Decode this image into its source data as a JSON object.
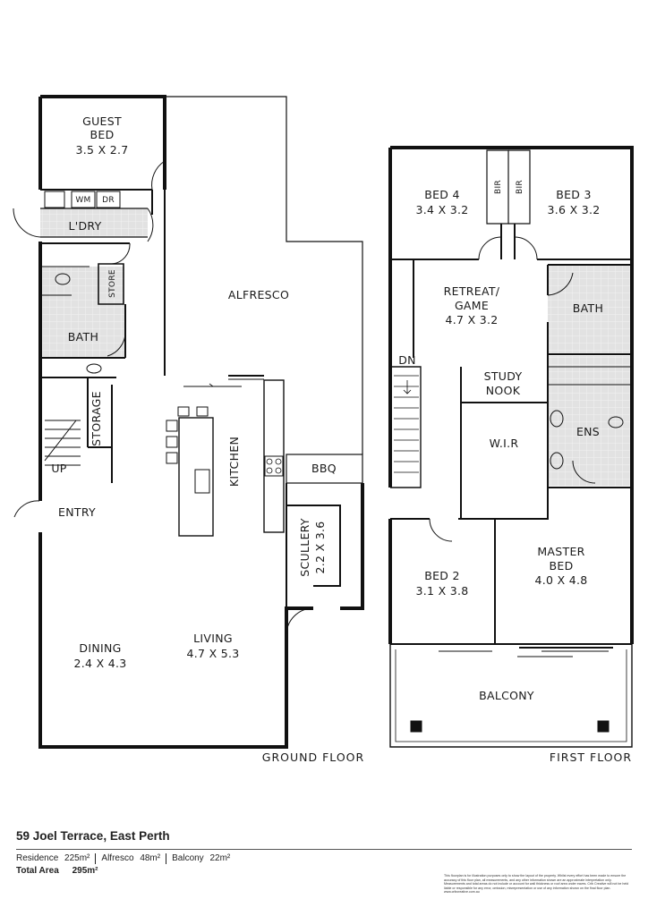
{
  "ground_floor": {
    "label": "GROUND FLOOR",
    "rooms": {
      "guest_bed": {
        "name": "GUEST",
        "name2": "BED",
        "size": "3.5 X 2.7"
      },
      "wm": "WM",
      "dr": "DR",
      "laundry": "L'DRY",
      "store": "STORE",
      "bath": "BATH",
      "storage": "STORAGE",
      "up": "UP",
      "entry": "ENTRY",
      "alfresco": "ALFRESCO",
      "kitchen": "KITCHEN",
      "bbq": "BBQ",
      "scullery": {
        "name": "SCULLERY",
        "size": "2.2 X 3.6"
      },
      "dining": {
        "name": "DINING",
        "size": "2.4 X 4.3"
      },
      "living": {
        "name": "LIVING",
        "size": "4.7 X 5.3"
      }
    }
  },
  "first_floor": {
    "label": "FIRST FLOOR",
    "rooms": {
      "bed4": {
        "name": "BED 4",
        "size": "3.4 X 3.2"
      },
      "bir": "BIR",
      "bed3": {
        "name": "BED 3",
        "size": "3.6 X 3.2"
      },
      "retreat": {
        "name": "RETREAT/",
        "name2": "GAME",
        "size": "4.7 X 3.2"
      },
      "bath": "BATH",
      "dn": "DN",
      "study": {
        "name": "STUDY",
        "name2": "NOOK"
      },
      "wir": "W.I.R",
      "ens": "ENS",
      "bed2": {
        "name": "BED 2",
        "size": "3.1 X 3.8"
      },
      "master": {
        "name": "MASTER",
        "name2": "BED",
        "size": "4.0 X 4.8"
      },
      "balcony": "BALCONY"
    }
  },
  "footer": {
    "address": "59 Joel Terrace, East Perth",
    "residence_label": "Residence",
    "residence_value": "225m²",
    "alfresco_label": "Alfresco",
    "alfresco_value": "48m²",
    "balcony_label": "Balcony",
    "balcony_value": "22m²",
    "total_label": "Total Area",
    "total_value": "295m²",
    "disclaimer": "This floorplan is for illustration purposes only to show the layout of the property. Whilst every effort has been made to ensure the accuracy of this floor plan, all measurements, and any other information shown are an approximate interpretation only. Measurements and total areas do not include or account for wall thickness or roof area under eaves. Crib Creative will not be held liable or responsible for any error, omission, misrepresentation or use of any information shown on the final floor plan. www.cribcreative.com.au"
  }
}
